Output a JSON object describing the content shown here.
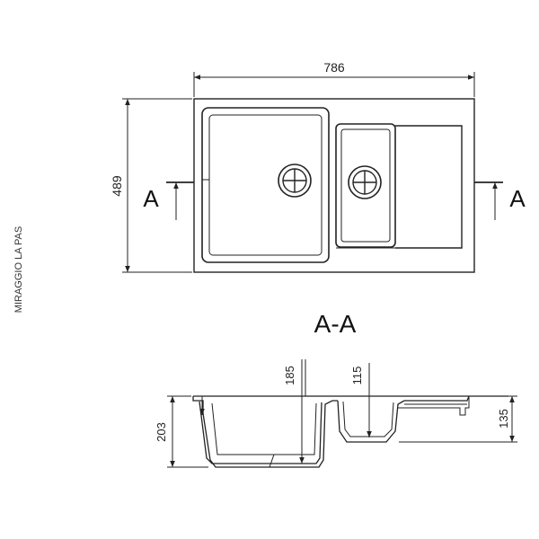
{
  "model_name": "MIRAGGIO LA PAS",
  "plan_view": {
    "overall_width": "786",
    "overall_depth": "489",
    "section_marker_left": "A",
    "section_marker_right": "A"
  },
  "section_view": {
    "title": "A-A",
    "main_bowl_depth": "185",
    "small_bowl_depth": "115",
    "overall_height": "203",
    "drainboard_height": "135"
  },
  "colors": {
    "line": "#222222",
    "background": "#ffffff"
  }
}
